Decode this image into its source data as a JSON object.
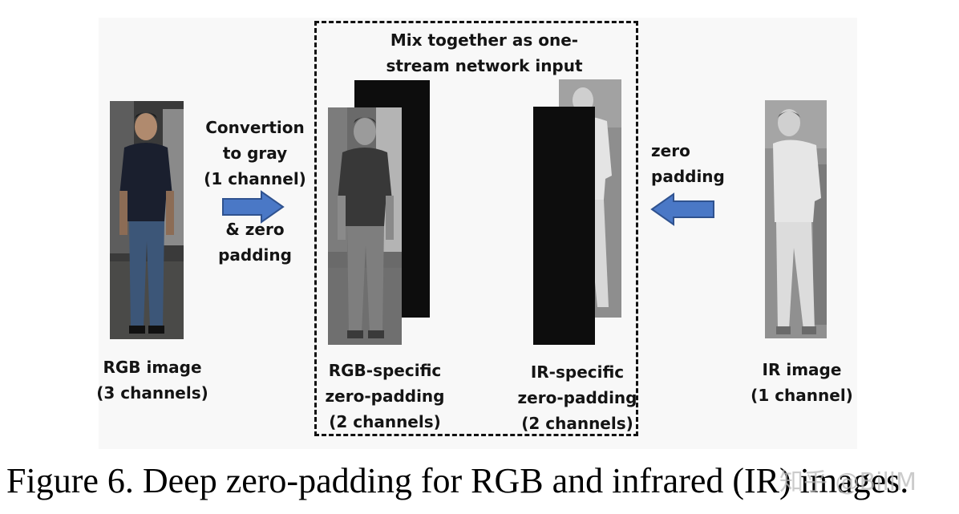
{
  "diagram": {
    "rgb_image_label": [
      "RGB image",
      "(3 channels)"
    ],
    "conversion_label_top": [
      "Convertion",
      "to gray",
      "(1 channel)"
    ],
    "conversion_label_bottom": [
      "& zero",
      "padding"
    ],
    "mix_label": [
      "Mix together as one-",
      "stream network input"
    ],
    "rgb_specific_label": [
      "RGB-specific",
      "zero-padding",
      "(2 channels)"
    ],
    "ir_specific_label": [
      "IR-specific",
      "zero-padding",
      "(2 channels)"
    ],
    "zero_padding_label": [
      "zero",
      "padding"
    ],
    "ir_image_label": [
      "IR image",
      "(1 channel)"
    ]
  },
  "caption": "Figure 6. Deep zero-padding for RGB and infrared (IR) images.",
  "watermark": "知乎 @BillM",
  "colors": {
    "arrow_fill": "#4a78c6",
    "arrow_stroke": "#2f528f",
    "zero_channel": "#0d0d0d"
  }
}
